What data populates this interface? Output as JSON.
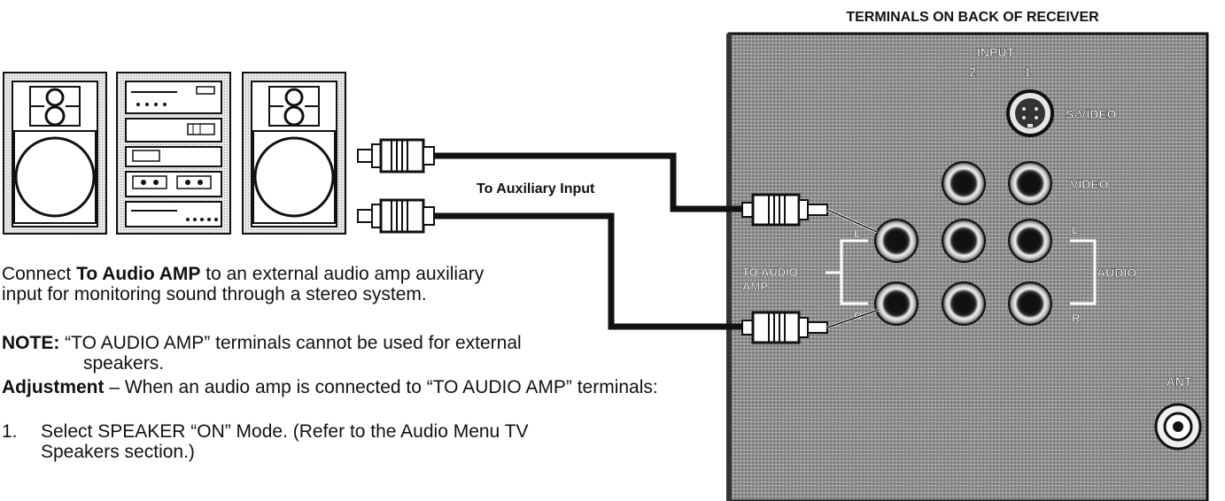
{
  "diagram": {
    "panel_title": "TERMINALS ON BACK OF RECEIVER",
    "labels": {
      "input": "INPUT",
      "input_2": "2",
      "input_1": "1",
      "s_video": "S-VIDEO",
      "video": "VIDEO",
      "audio": "AUDIO",
      "left": "L",
      "right": "R",
      "to_audio_amp_line1": "TO AUDIO",
      "to_audio_amp_line2": "AMP",
      "ant": "ANT",
      "to_auxiliary_input": "To Auxiliary Input"
    },
    "colors": {
      "panel": "#8a8a8a",
      "panel_dark": "#5a5a5a",
      "cable": "#111111",
      "ink": "#111111"
    },
    "icons": [
      "speaker-icon",
      "stereo-rack-icon",
      "rca-plug-icon",
      "jack-icon",
      "s-video-jack-icon",
      "antenna-jack-icon"
    ]
  },
  "text": {
    "connect_pre": "Connect ",
    "connect_bold": "To Audio AMP",
    "connect_post": " to an external audio amp auxiliary input for monitoring sound through a stereo system.",
    "note_label": "NOTE:",
    "note_text": " “TO AUDIO AMP” terminals cannot be used for external",
    "note_cont": "speakers.",
    "adjust_label": "Adjustment",
    "adjust_text": " – When an audio amp is connected to “TO AUDIO AMP” terminals:",
    "step_num": "1.",
    "step_text": "Select SPEAKER “ON” Mode. (Refer to the Audio Menu TV",
    "step_cont": "Speakers section.)"
  }
}
